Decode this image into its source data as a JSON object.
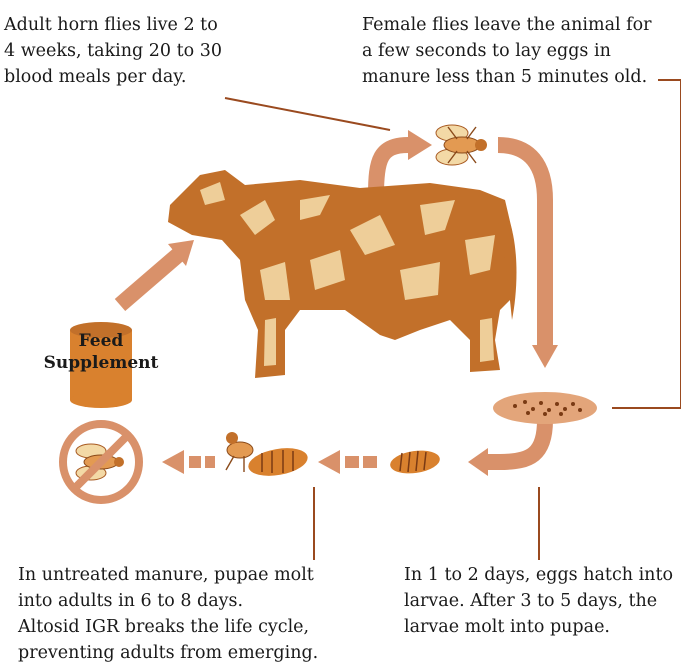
{
  "captions": {
    "adult_flies": "Adult horn flies live 2 to\n4 weeks, taking 20 to 30\nblood meals per day.",
    "female_flies": "Female flies leave the animal for\na few seconds to lay eggs in\nmanure less than 5 minutes old.",
    "untreated_manure": "In untreated manure, pupae molt\ninto adults in 6 to 8 days.\nAltosid IGR breaks the life cycle,\npreventing adults from emerging.",
    "eggs_hatch": "In 1 to 2 days, eggs hatch into\nlarvae. After 3 to 5 days, the\nlarvae molt into pupae."
  },
  "feed_can": {
    "line1": "Feed",
    "line2": "Supplement"
  },
  "colors": {
    "arrow": "#d9916a",
    "cow": "#c2702a",
    "cow_highlight": "#f3d9a6",
    "leader_line": "#9a4a1f",
    "fly_body": "#e39a52",
    "no_symbol": "#d9916a"
  },
  "icons": [
    "cow-illustration",
    "horn-fly-icon",
    "eggs-icon",
    "larva-icon",
    "pupa-icon",
    "adult-fly-icon",
    "prohibited-fly-icon",
    "feed-can-icon"
  ]
}
